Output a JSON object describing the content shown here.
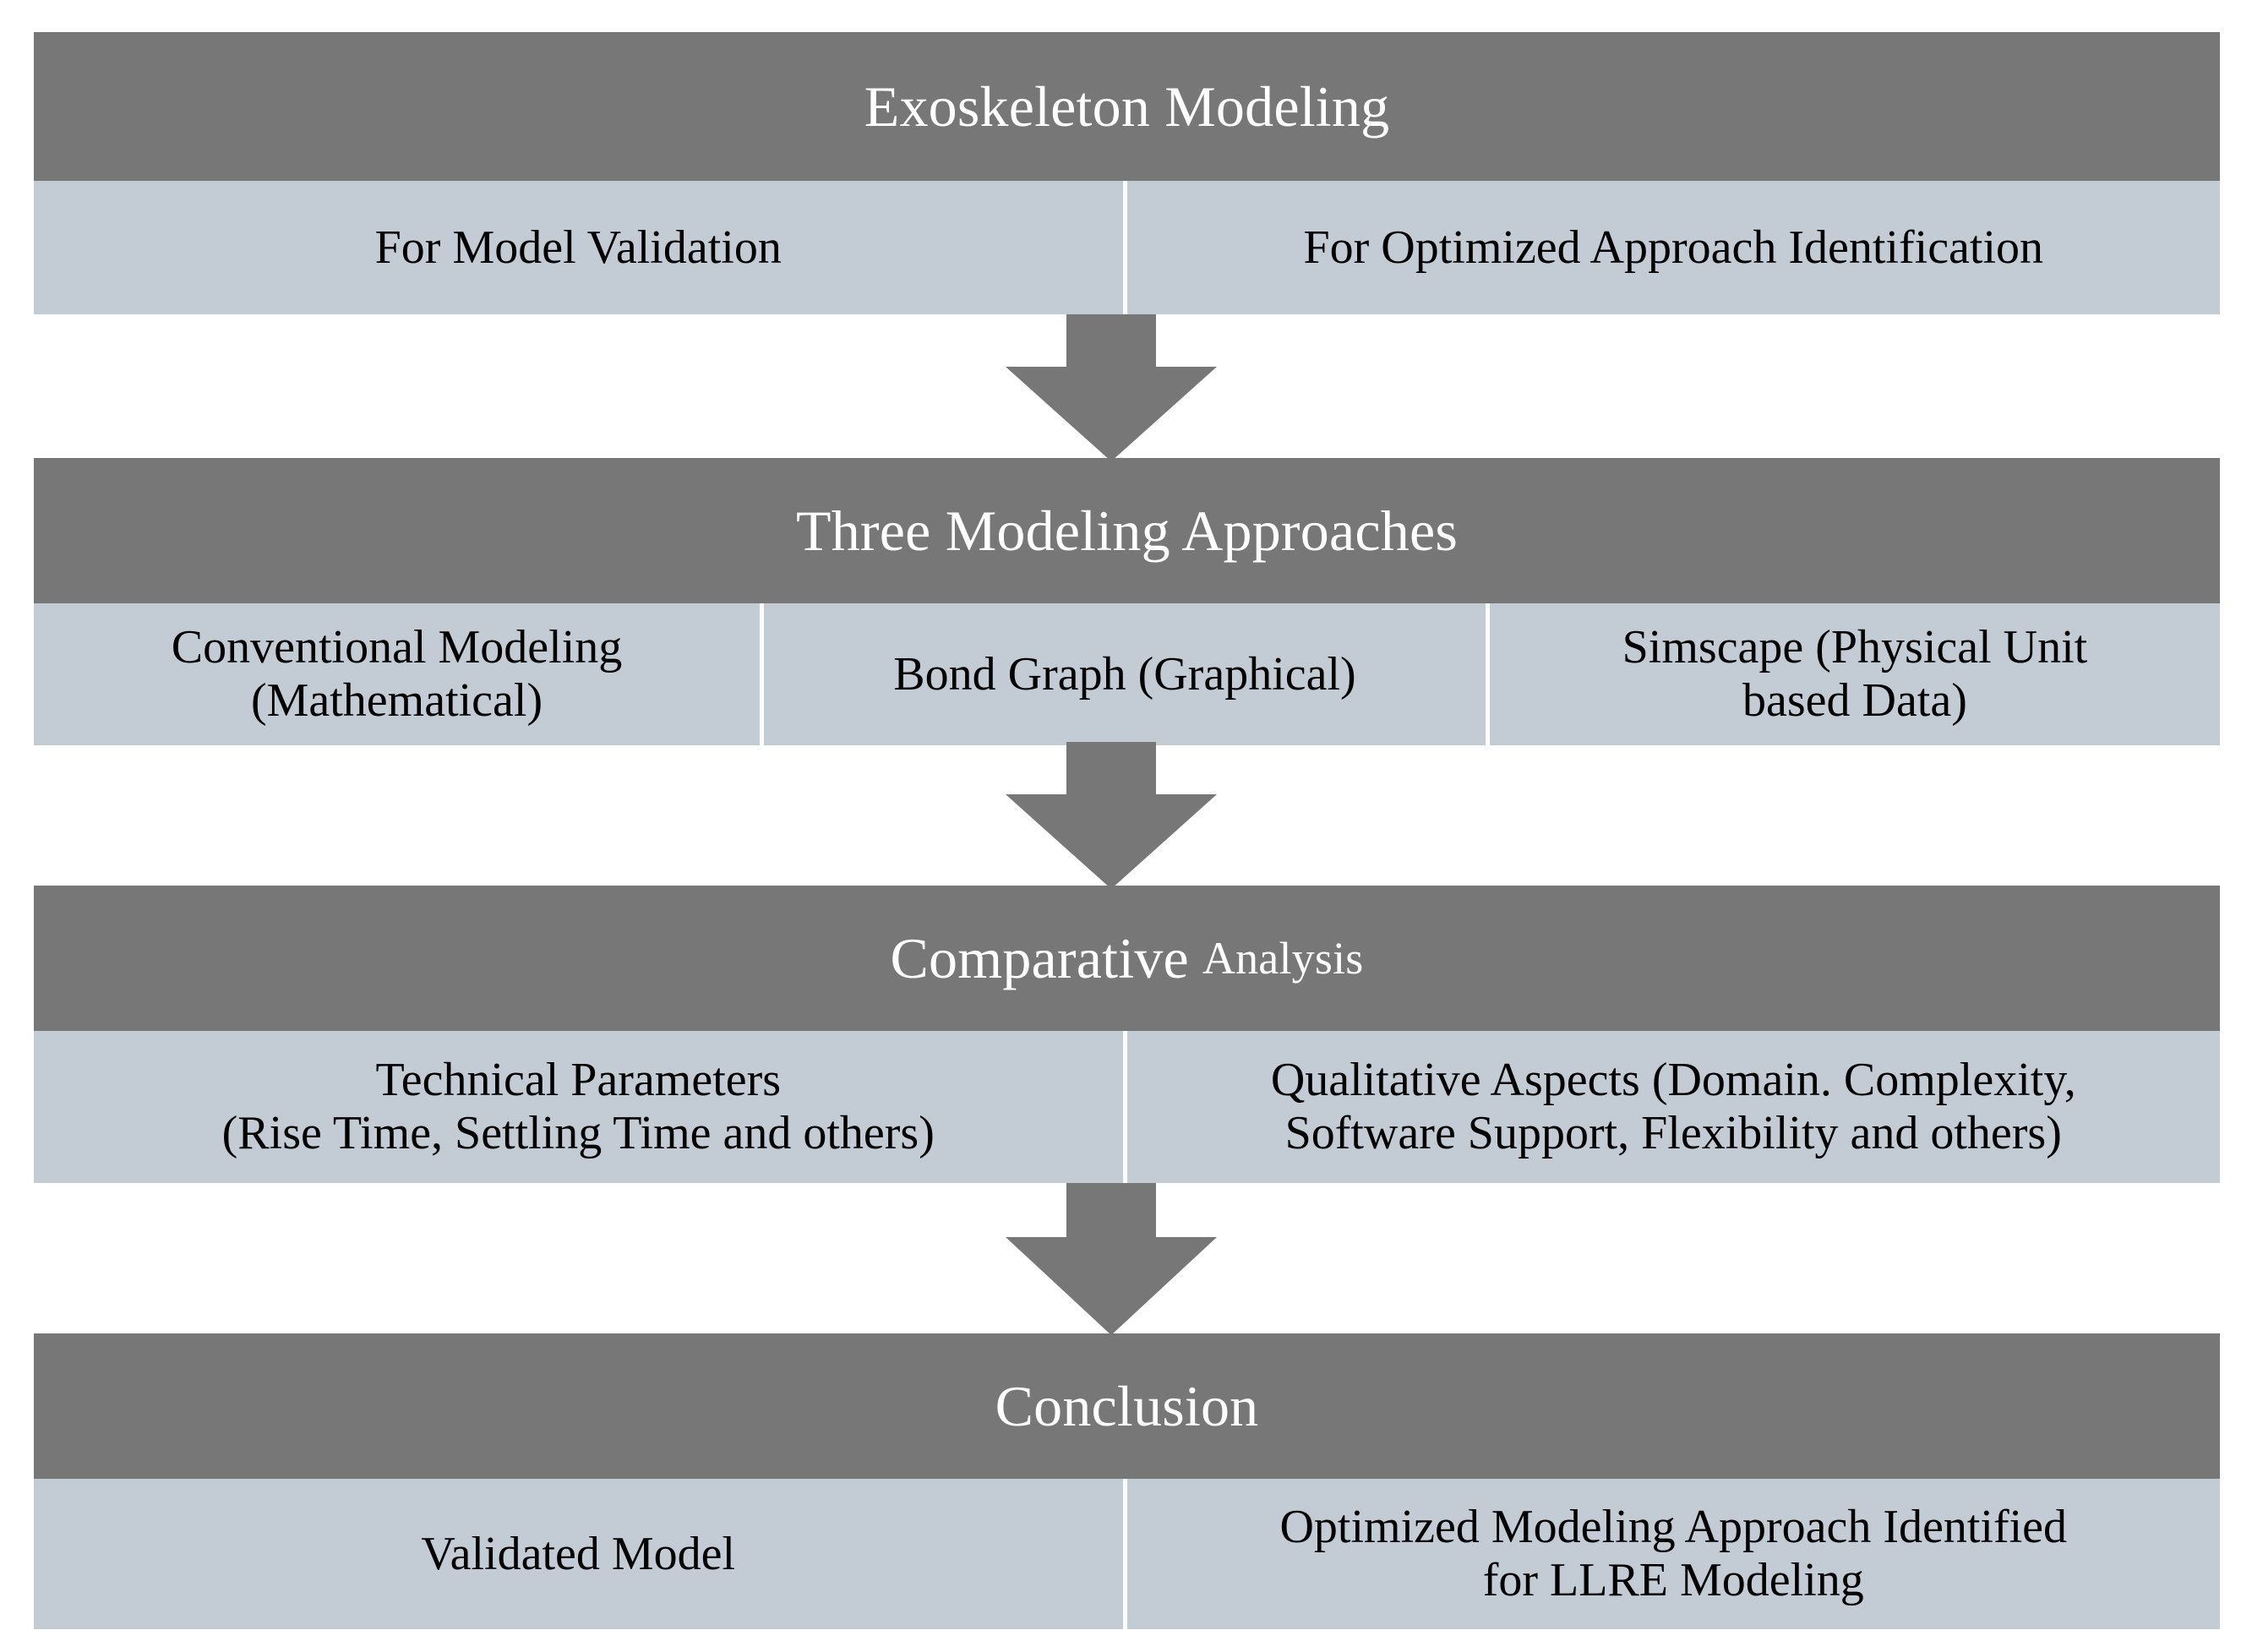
{
  "diagram": {
    "title": "Exoskeleton Modeling Methodology Flowchart",
    "colors": {
      "header_bg": "#777777",
      "cell_bg": "#c3cbd5",
      "header_text": "#ffffff",
      "cell_text": "#000000",
      "arrow_fill": "#777777",
      "page_bg": "#ffffff"
    }
  },
  "stages": [
    {
      "id": "exoskeleton",
      "header": "Exoskeleton Modeling",
      "header_suffix": "",
      "cells": [
        "For Model Validation",
        "For Optimized Approach Identification"
      ]
    },
    {
      "id": "approaches",
      "header": "Three Modeling Approaches",
      "header_suffix": "",
      "cells": [
        "Conventional Modeling (Mathematical)",
        "Bond Graph (Graphical)",
        "Simscape (Physical Unit based Data)"
      ],
      "cells_lines": [
        [
          "Conventional Modeling",
          "(Mathematical)"
        ],
        [
          "Bond Graph (Graphical)"
        ],
        [
          "Simscape (Physical Unit",
          "based Data)"
        ]
      ]
    },
    {
      "id": "analysis",
      "header": "Comparative",
      "header_suffix": "Analysis",
      "cells": [
        "Technical Parameters (Rise Time, Settling Time and others)",
        "Qualitative Aspects (Domain. Complexity, Software Support, Flexibility and others)"
      ],
      "cells_lines": [
        [
          "Technical Parameters",
          "(Rise Time, Settling Time and others)"
        ],
        [
          "Qualitative Aspects (Domain. Complexity,",
          "Software Support, Flexibility and others)"
        ]
      ]
    },
    {
      "id": "conclusion",
      "header": "Conclusion",
      "header_suffix": "",
      "cells": [
        "Validated Model",
        "Optimized Modeling Approach Identified for LLRE Modeling"
      ],
      "cells_lines": [
        [
          "Validated Model"
        ],
        [
          "Optimized Modeling Approach Identified",
          "for LLRE Modeling"
        ]
      ]
    }
  ],
  "arrows": [
    {
      "id": "arrow-1",
      "direction": "down",
      "from": "exoskeleton",
      "to": "approaches"
    },
    {
      "id": "arrow-2",
      "direction": "down",
      "from": "approaches",
      "to": "analysis"
    },
    {
      "id": "arrow-3",
      "direction": "down",
      "from": "analysis",
      "to": "conclusion"
    }
  ],
  "text": {
    "s0_header": "Exoskeleton Modeling",
    "s0_c0": "For Model Validation",
    "s0_c1": "For Optimized Approach Identification",
    "s1_header": "Three Modeling Approaches",
    "s1_c0_l0": "Conventional Modeling",
    "s1_c0_l1": "(Mathematical)",
    "s1_c1_l0": "Bond Graph (Graphical)",
    "s1_c2_l0": "Simscape (Physical Unit",
    "s1_c2_l1": "based Data)",
    "s2_header_big": "Comparative",
    "s2_header_small": "Analysis",
    "s2_c0_l0": "Technical Parameters",
    "s2_c0_l1": "(Rise Time, Settling Time and others)",
    "s2_c1_l0": "Qualitative Aspects (Domain. Complexity,",
    "s2_c1_l1": "Software Support, Flexibility and others)",
    "s3_header": "Conclusion",
    "s3_c0_l0": "Validated Model",
    "s3_c1_l0": "Optimized Modeling Approach Identified",
    "s3_c1_l1": "for LLRE Modeling"
  }
}
